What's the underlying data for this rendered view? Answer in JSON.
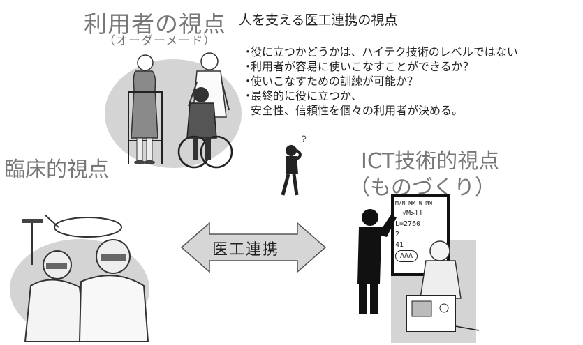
{
  "user_view": {
    "title": "利用者の視点",
    "subtitle": "（オーダーメード）"
  },
  "main_heading": "人を支える医工連携の視点",
  "bullets": [
    {
      "marker": "・",
      "text": "役に立つかどうかは、ハイテク技術のレベルではない"
    },
    {
      "marker": "・",
      "text": "利用者が容易に使いこなすことができるか？"
    },
    {
      "marker": "・",
      "text": "使いこなすための訓練が可能か？"
    },
    {
      "marker": "・",
      "text": "最終的に役に立つか、"
    },
    {
      "marker": "",
      "text": "安全性、信頼性を個々の利用者が決める。"
    }
  ],
  "clinical_view": {
    "title": "臨床的視点"
  },
  "ict_view": {
    "title": "ICT技術的視点",
    "subtitle": "（ものづくり）"
  },
  "arrow": {
    "label": "医工連携"
  },
  "whiteboard": {
    "line1": "M/M MM W MM",
    "line2": "√M>ll",
    "line3": "L=2760",
    "line4": "2",
    "line5": "41",
    "line6": "ΛΛΛ"
  },
  "colors": {
    "title_gray": "#777777",
    "arrow_fill": "#d6d6d6",
    "arrow_stroke": "#555555",
    "blob_gray": "#d4d4d4"
  }
}
